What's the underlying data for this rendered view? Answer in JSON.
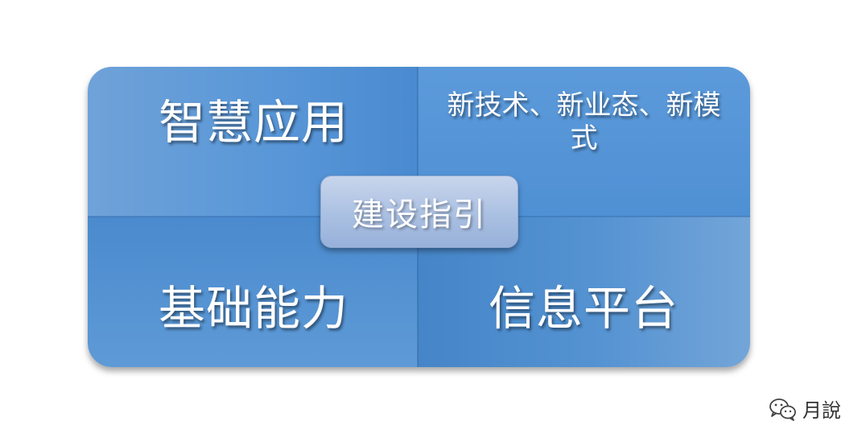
{
  "diagram": {
    "quadrants": {
      "top_left": "智慧应用",
      "top_right": "新技术、新业态、新模式",
      "bottom_left": "基础能力",
      "bottom_right": "信息平台"
    },
    "center": "建设指引"
  },
  "watermark": {
    "icon": "wechat-icon",
    "text": "月說"
  }
}
